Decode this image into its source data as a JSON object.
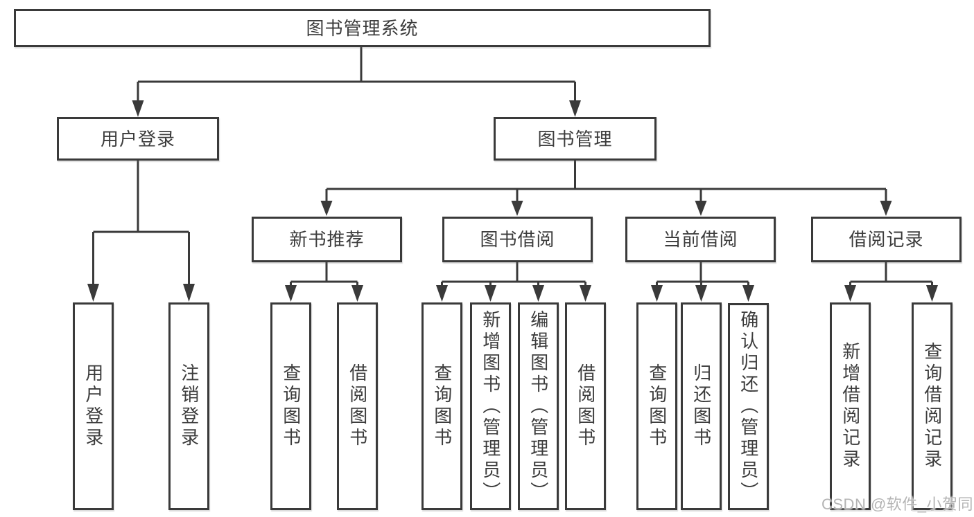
{
  "tree": {
    "root": {
      "label": "图书管理系统",
      "children": [
        {
          "label": "用户登录",
          "children": [
            {
              "label": "用户登录"
            },
            {
              "label": "注销登录"
            }
          ]
        },
        {
          "label": "图书管理",
          "children": [
            {
              "label": "新书推荐",
              "children": [
                {
                  "label": "查询图书"
                },
                {
                  "label": "借阅图书"
                }
              ]
            },
            {
              "label": "图书借阅",
              "children": [
                {
                  "label": "查询图书"
                },
                {
                  "label": "新增图书（管理员）"
                },
                {
                  "label": "编辑图书（管理员）"
                },
                {
                  "label": "借阅图书"
                }
              ]
            },
            {
              "label": "当前借阅",
              "children": [
                {
                  "label": "查询图书"
                },
                {
                  "label": "归还图书"
                },
                {
                  "label": "确认归还（管理员）"
                }
              ]
            },
            {
              "label": "借阅记录",
              "children": [
                {
                  "label": "新增借阅记录"
                },
                {
                  "label": "查询借阅记录"
                }
              ]
            }
          ]
        }
      ]
    }
  },
  "watermark": {
    "text": "CSDN @软件_小贺同学"
  },
  "colors": {
    "line": "#3a3a3a",
    "background": "#ffffff",
    "watermark": "#b4b4b4"
  }
}
